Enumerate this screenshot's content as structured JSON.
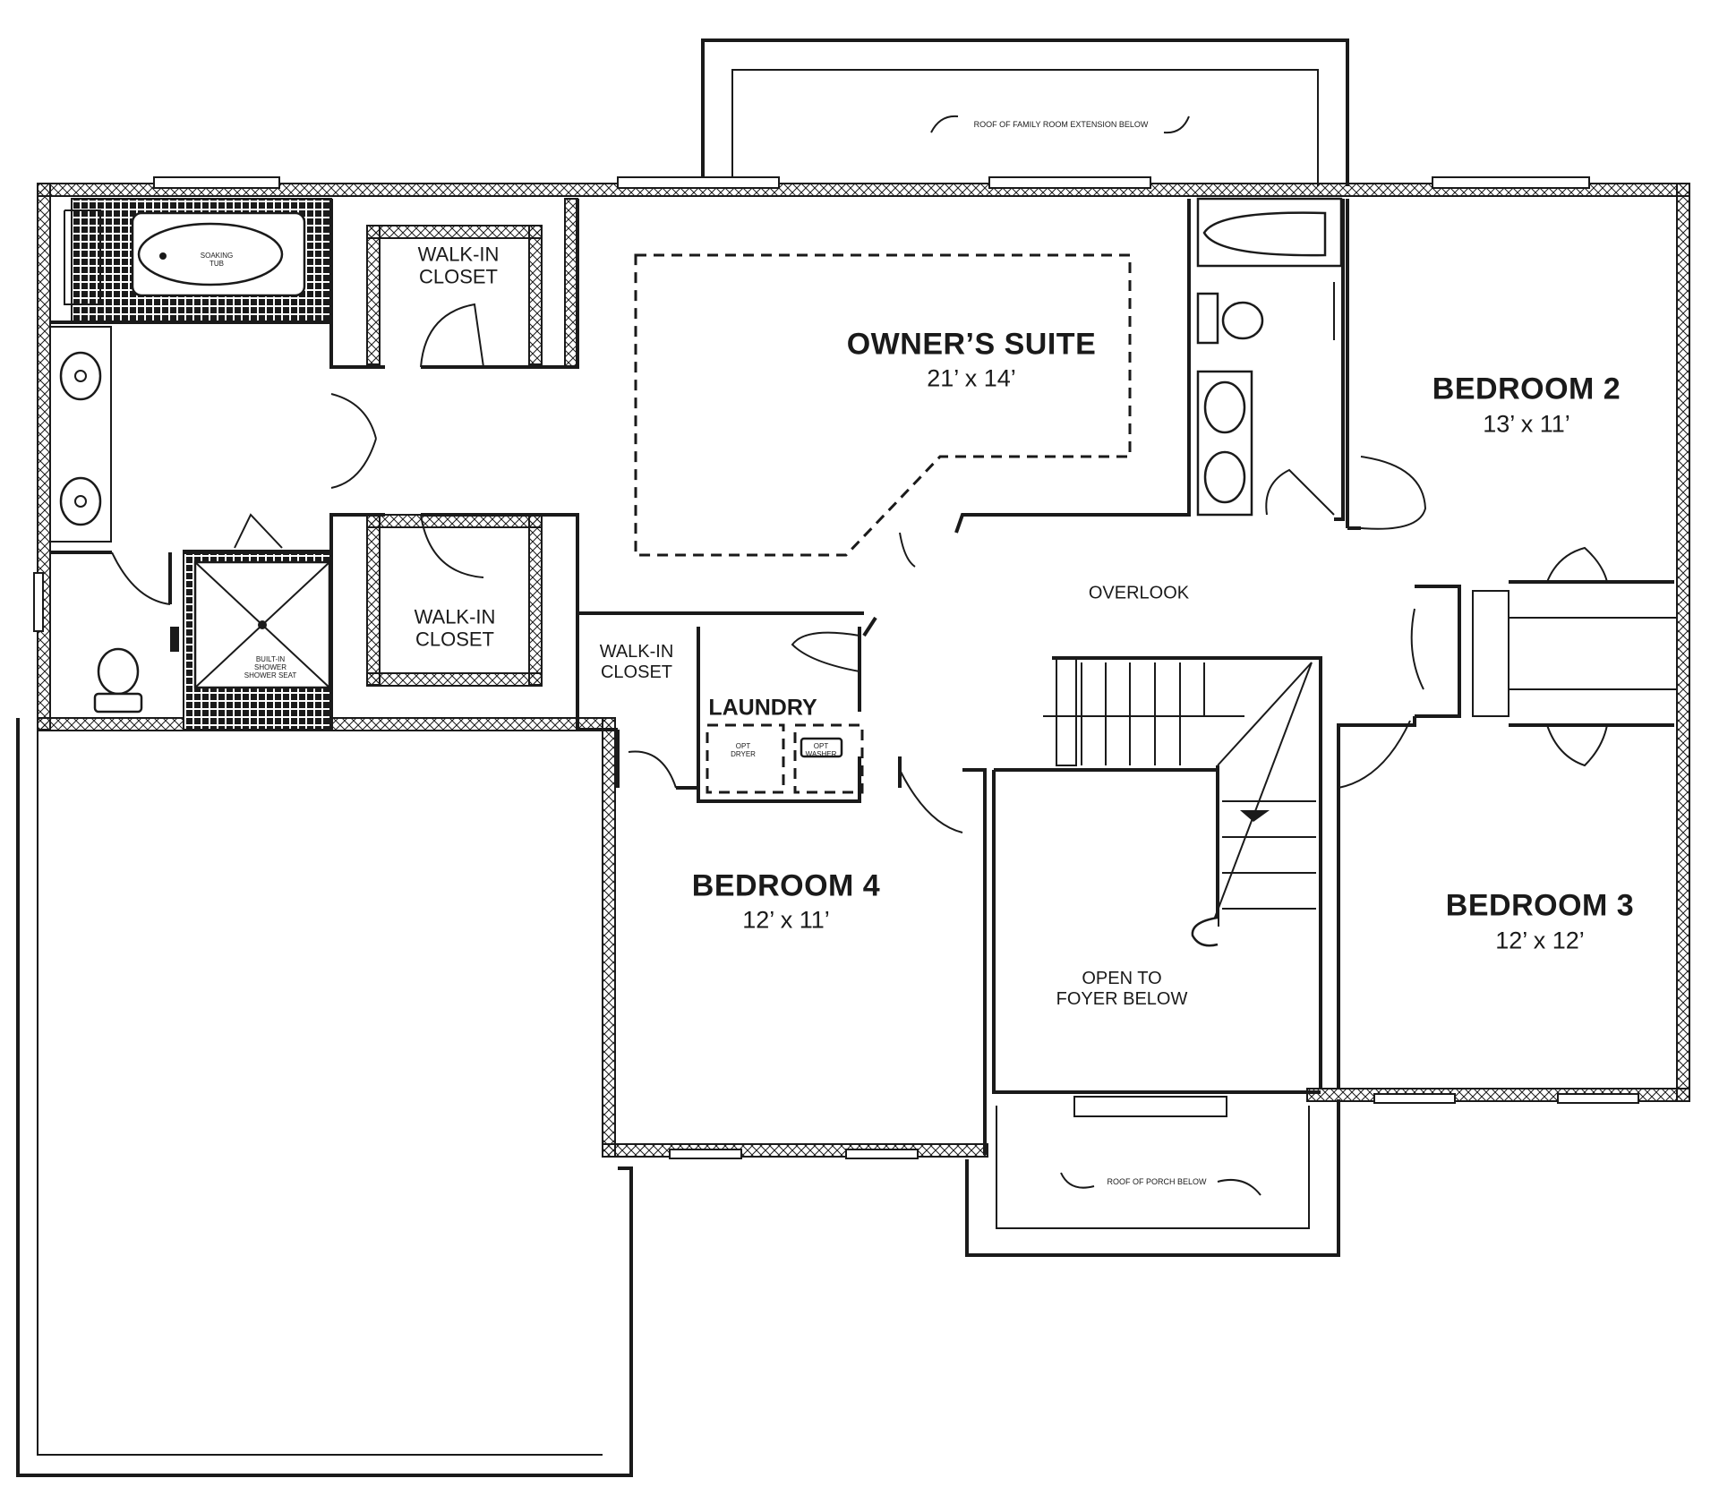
{
  "rooms": {
    "owners_suite": {
      "name": "OWNER’S SUITE",
      "size": "21’ x 14’"
    },
    "bedroom2": {
      "name": "BEDROOM 2",
      "size": "13’ x 11’"
    },
    "bedroom3": {
      "name": "BEDROOM 3",
      "size": "12’ x 12’"
    },
    "bedroom4": {
      "name": "BEDROOM 4",
      "size": "12’ x 11’"
    },
    "walkin_top": {
      "line1": "WALK-IN",
      "line2": "CLOSET"
    },
    "walkin_mid": {
      "line1": "WALK-IN",
      "line2": "CLOSET"
    },
    "walkin_small": {
      "line1": "WALK-IN",
      "line2": "CLOSET"
    },
    "laundry": "LAUNDRY",
    "overlook": "OVERLOOK",
    "open_foyer": {
      "line1": "OPEN TO",
      "line2": "FOYER BELOW"
    }
  },
  "notes": {
    "roof_family": "ROOF OF FAMILY ROOM EXTENSION BELOW",
    "roof_porch": "ROOF OF PORCH BELOW",
    "soaking_tub": {
      "line1": "SOAKING",
      "line2": "TUB"
    },
    "shower": {
      "line1": "BUILT-IN",
      "line2": "SHOWER",
      "line3": "SHOWER SEAT"
    },
    "opt_dryer": {
      "line1": "OPT",
      "line2": "DRYER"
    },
    "opt_washer": {
      "line1": "OPT",
      "line2": "WASHER"
    }
  }
}
